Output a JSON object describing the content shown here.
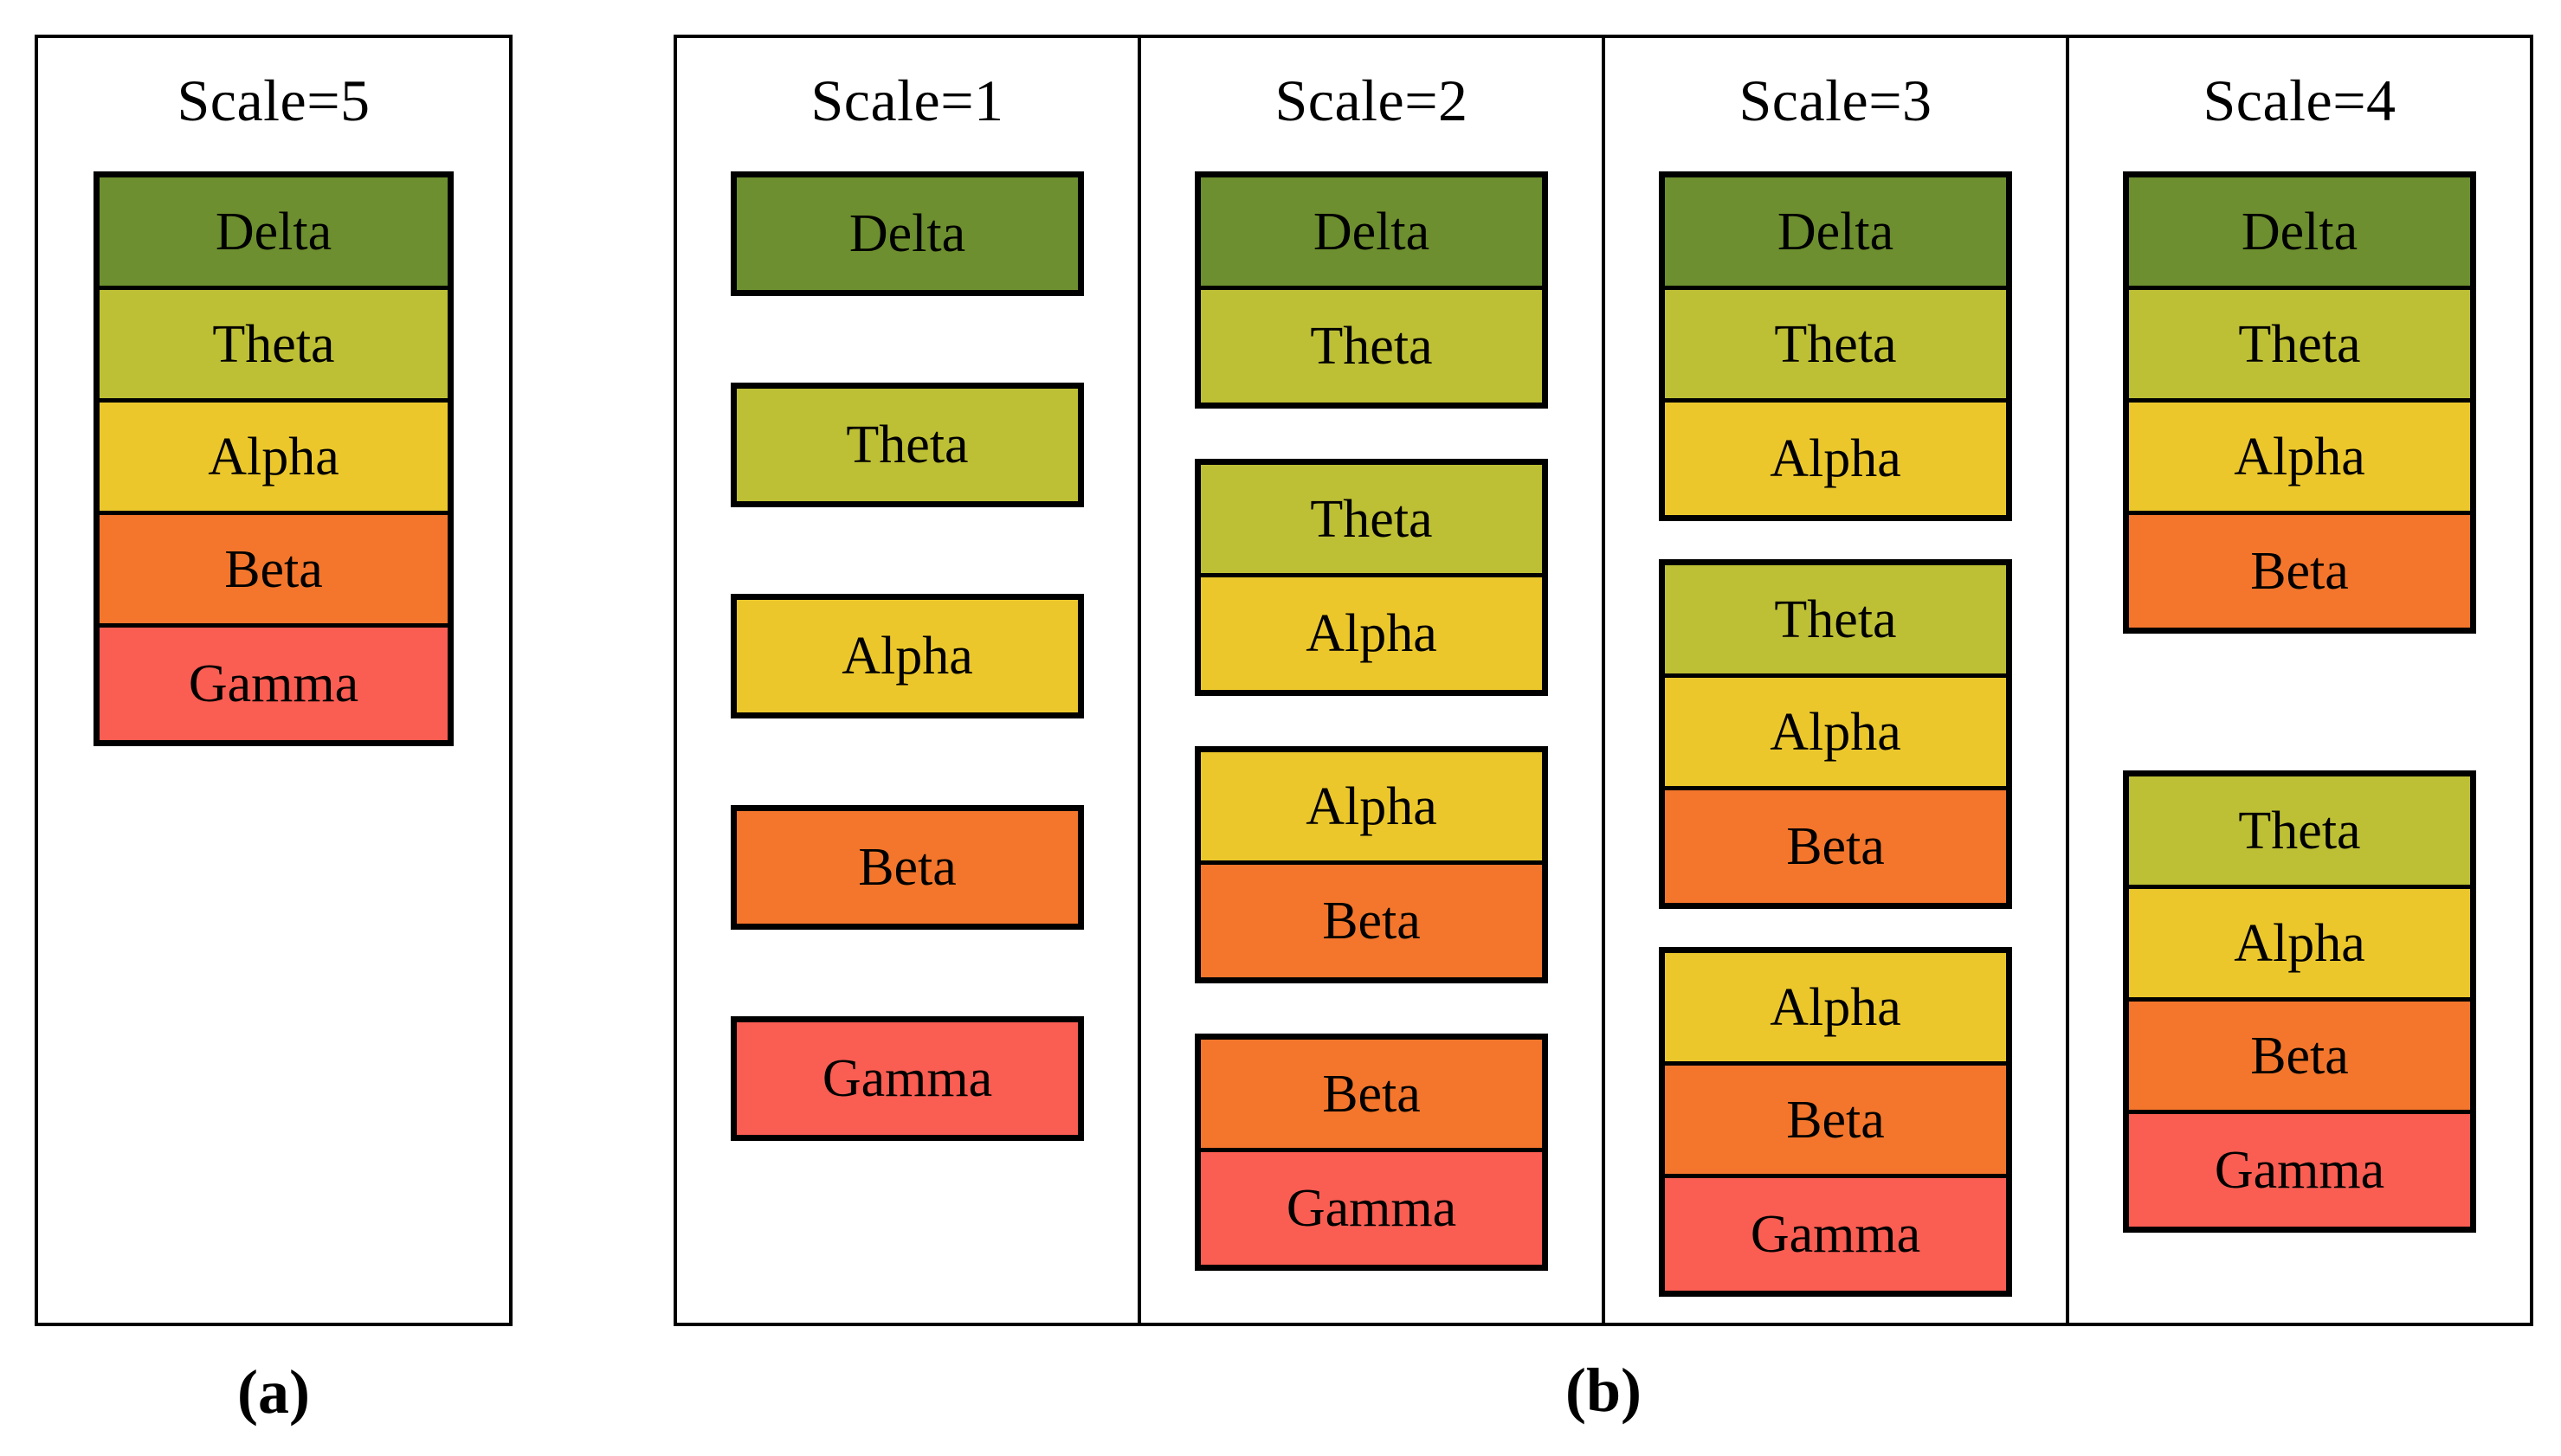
{
  "figure": {
    "band_colors": {
      "Delta": "#6d8f2f",
      "Theta": "#bdbf35",
      "Alpha": "#ebc72c",
      "Beta": "#f3762c",
      "Gamma": "#fa5d52"
    },
    "band_labels": {
      "delta": "Delta",
      "theta": "Theta",
      "alpha": "Alpha",
      "beta": "Beta",
      "gamma": "Gamma"
    },
    "captions": {
      "a": "(a)",
      "b": "(b)"
    }
  },
  "panel_a": {
    "caption": "(a)",
    "column": {
      "title": "Scale=5",
      "scale": 5,
      "groups": [
        {
          "bands": [
            {
              "label": "Delta",
              "color": "#6d8f2f"
            },
            {
              "label": "Theta",
              "color": "#bdbf35"
            },
            {
              "label": "Alpha",
              "color": "#ebc72c"
            },
            {
              "label": "Beta",
              "color": "#f3762c"
            },
            {
              "label": "Gamma",
              "color": "#fa5d52"
            }
          ]
        }
      ]
    }
  },
  "panel_b": {
    "caption": "(b)",
    "columns": [
      {
        "title": "Scale=1",
        "scale": 1,
        "groups": [
          {
            "bands": [
              {
                "label": "Delta",
                "color": "#6d8f2f"
              }
            ]
          },
          {
            "bands": [
              {
                "label": "Theta",
                "color": "#bdbf35"
              }
            ]
          },
          {
            "bands": [
              {
                "label": "Alpha",
                "color": "#ebc72c"
              }
            ]
          },
          {
            "bands": [
              {
                "label": "Beta",
                "color": "#f3762c"
              }
            ]
          },
          {
            "bands": [
              {
                "label": "Gamma",
                "color": "#fa5d52"
              }
            ]
          }
        ]
      },
      {
        "title": "Scale=2",
        "scale": 2,
        "groups": [
          {
            "bands": [
              {
                "label": "Delta",
                "color": "#6d8f2f"
              },
              {
                "label": "Theta",
                "color": "#bdbf35"
              }
            ]
          },
          {
            "bands": [
              {
                "label": "Theta",
                "color": "#bdbf35"
              },
              {
                "label": "Alpha",
                "color": "#ebc72c"
              }
            ]
          },
          {
            "bands": [
              {
                "label": "Alpha",
                "color": "#ebc72c"
              },
              {
                "label": "Beta",
                "color": "#f3762c"
              }
            ]
          },
          {
            "bands": [
              {
                "label": "Beta",
                "color": "#f3762c"
              },
              {
                "label": "Gamma",
                "color": "#fa5d52"
              }
            ]
          }
        ]
      },
      {
        "title": "Scale=3",
        "scale": 3,
        "groups": [
          {
            "bands": [
              {
                "label": "Delta",
                "color": "#6d8f2f"
              },
              {
                "label": "Theta",
                "color": "#bdbf35"
              },
              {
                "label": "Alpha",
                "color": "#ebc72c"
              }
            ]
          },
          {
            "bands": [
              {
                "label": "Theta",
                "color": "#bdbf35"
              },
              {
                "label": "Alpha",
                "color": "#ebc72c"
              },
              {
                "label": "Beta",
                "color": "#f3762c"
              }
            ]
          },
          {
            "bands": [
              {
                "label": "Alpha",
                "color": "#ebc72c"
              },
              {
                "label": "Beta",
                "color": "#f3762c"
              },
              {
                "label": "Gamma",
                "color": "#fa5d52"
              }
            ]
          }
        ]
      },
      {
        "title": "Scale=4",
        "scale": 4,
        "groups": [
          {
            "bands": [
              {
                "label": "Delta",
                "color": "#6d8f2f"
              },
              {
                "label": "Theta",
                "color": "#bdbf35"
              },
              {
                "label": "Alpha",
                "color": "#ebc72c"
              },
              {
                "label": "Beta",
                "color": "#f3762c"
              }
            ]
          },
          {
            "bands": [
              {
                "label": "Theta",
                "color": "#bdbf35"
              },
              {
                "label": "Alpha",
                "color": "#ebc72c"
              },
              {
                "label": "Beta",
                "color": "#f3762c"
              },
              {
                "label": "Gamma",
                "color": "#fa5d52"
              }
            ]
          }
        ]
      }
    ]
  }
}
